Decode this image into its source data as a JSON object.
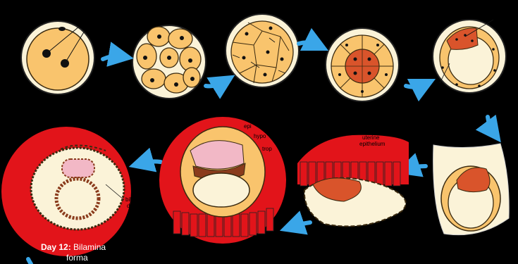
{
  "colors": {
    "background": "#000000",
    "cell_fill": "#f9c46d",
    "cell_stroke": "#3a2a10",
    "zona": "#fbf3d8",
    "inner_mass": "#d9542b",
    "hypoblast": "#f2b8c6",
    "endometrium": "#e2141a",
    "cavity": "#fbf3d8",
    "arrow": "#3aa6e8",
    "caption_text": "#ffffff"
  },
  "labels": {
    "epiblast": "epi",
    "hypoblast": "hypo",
    "trophoblast": "trop",
    "uterine_line1": "uterine",
    "uterine_line2": "epithelium",
    "bilaminar_line1": "bilam",
    "bilaminar_line2": "disc"
  },
  "caption": {
    "day": "Day 12:",
    "text": " Bilamina",
    "line2": "forma"
  },
  "icons": {
    "arrow": "curved-arrow-icon"
  }
}
